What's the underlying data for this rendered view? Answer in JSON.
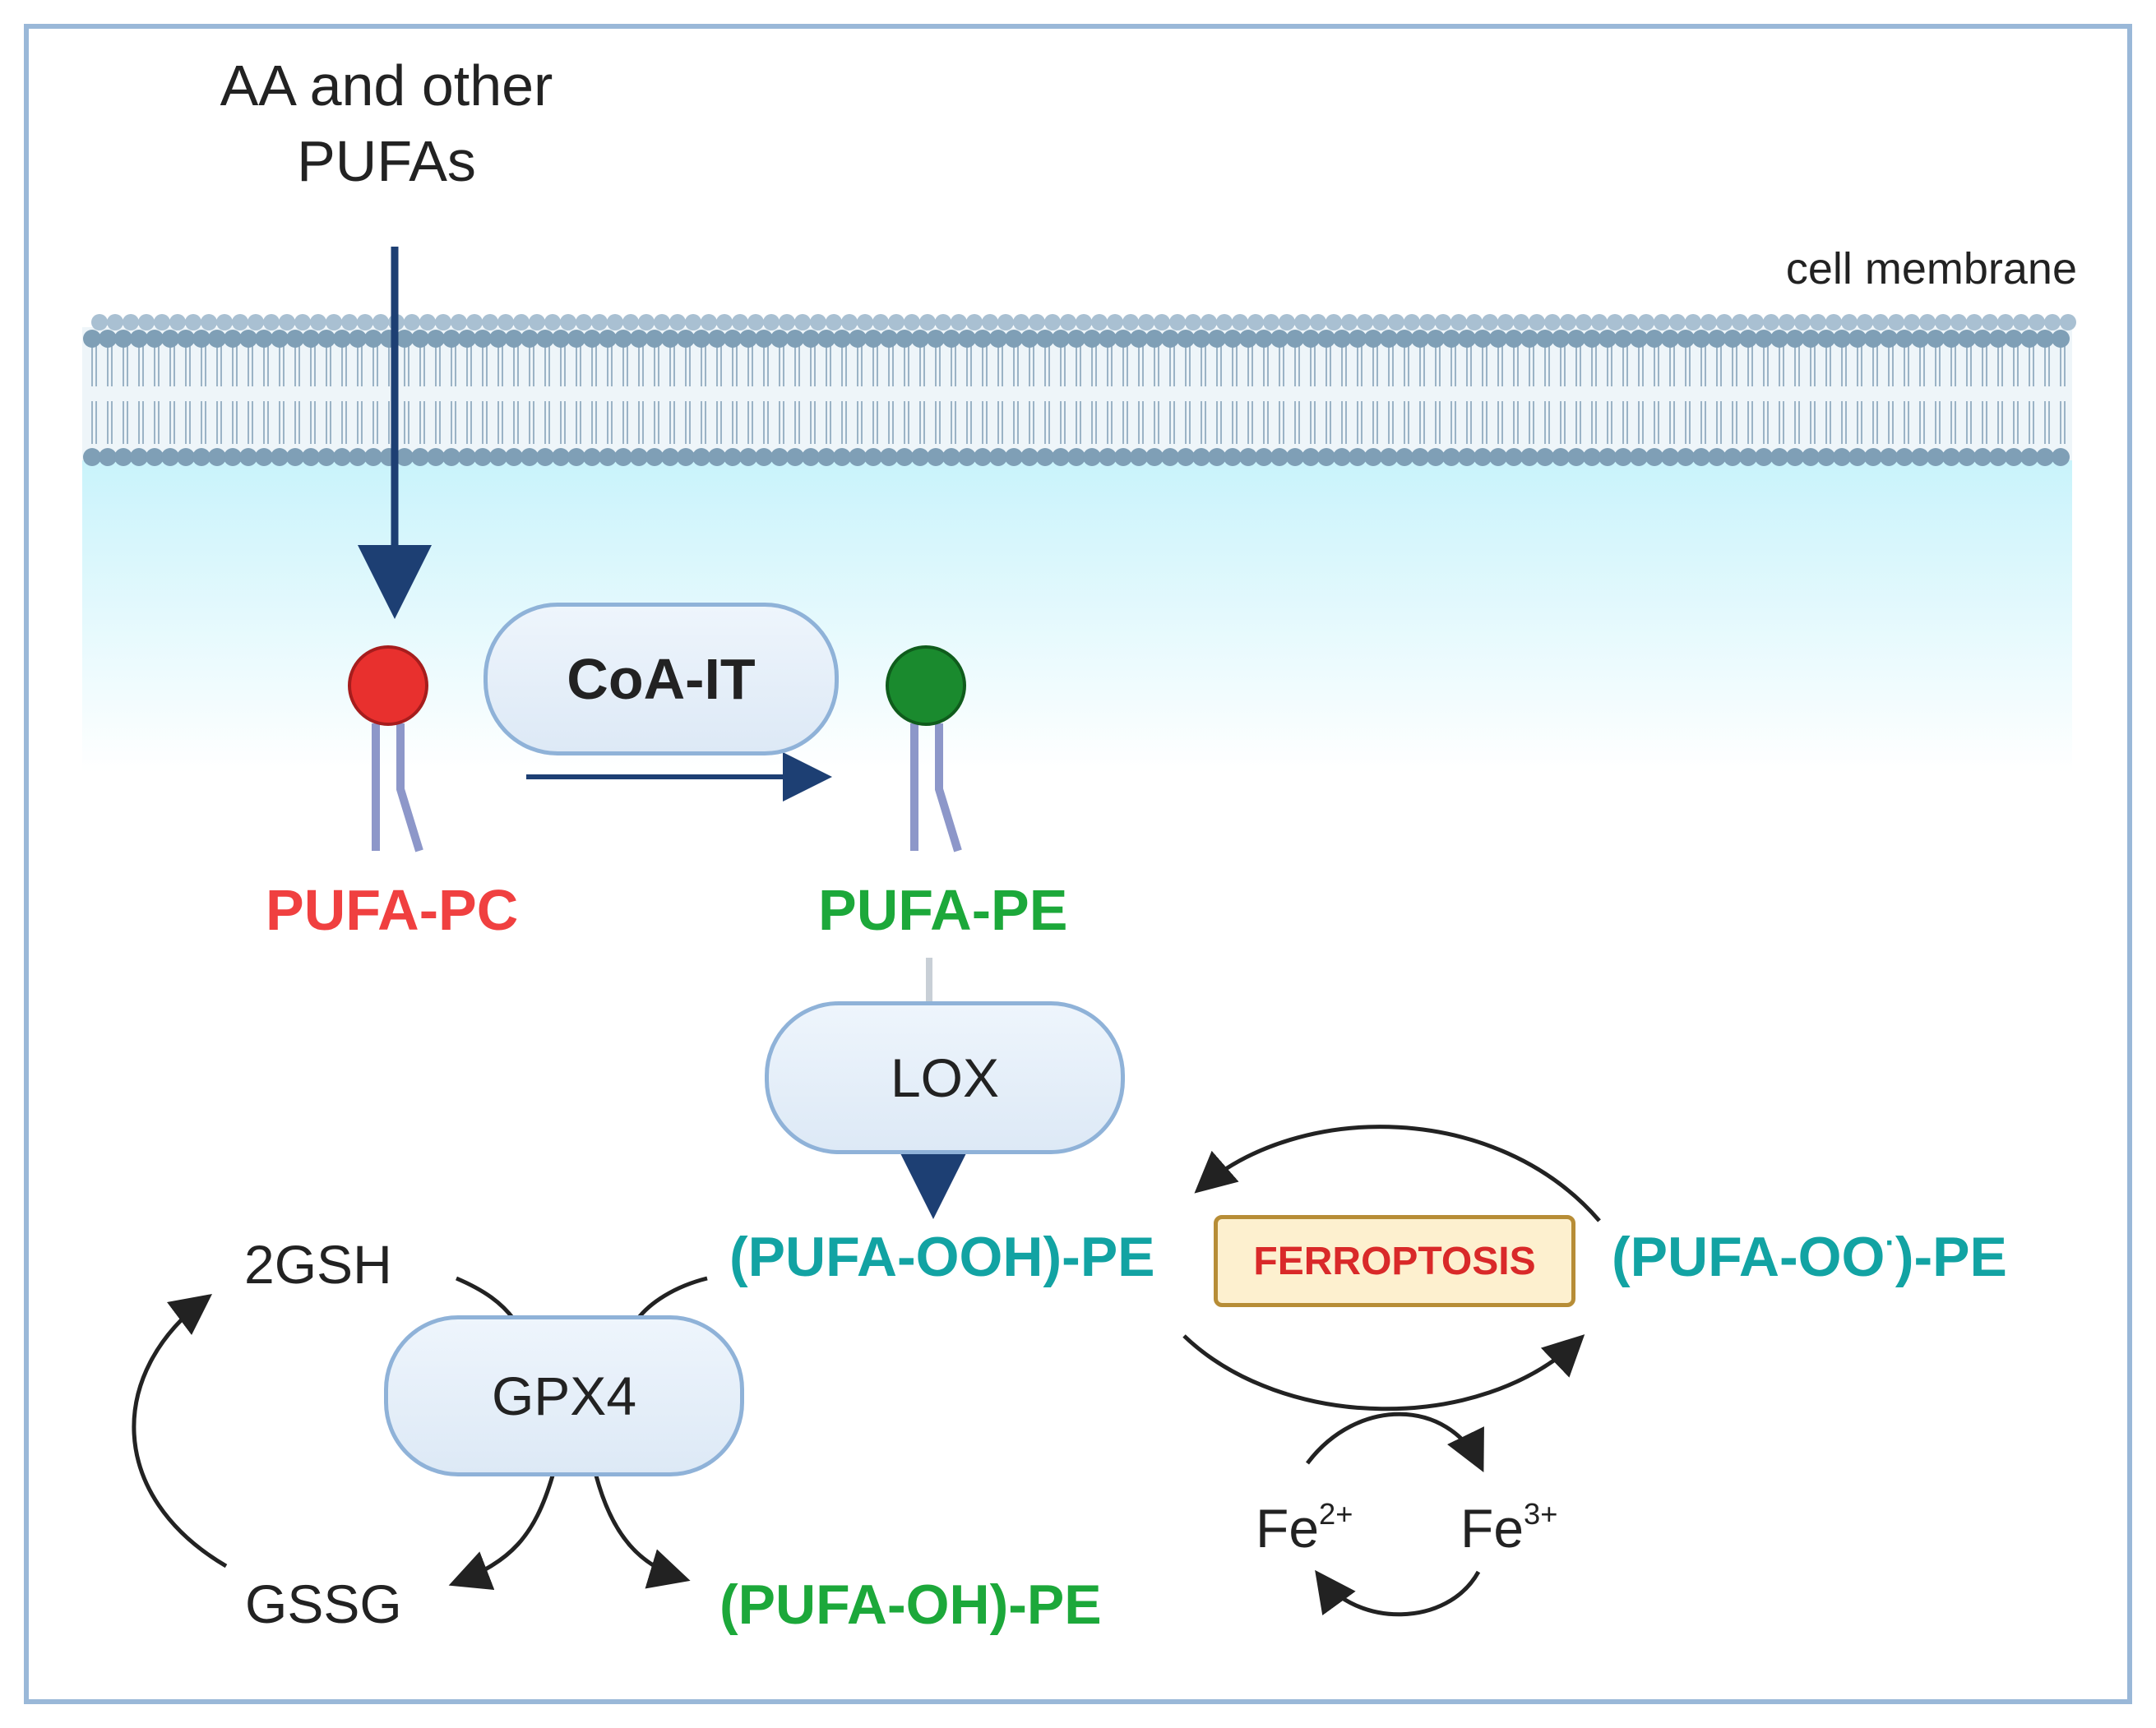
{
  "input": {
    "line1": "AA and other",
    "line2": "PUFAs"
  },
  "membrane": {
    "label": "cell membrane"
  },
  "enzymes": {
    "coa_it": "CoA-IT",
    "lox": "LOX",
    "gpx4": "GPX4"
  },
  "lipids": {
    "pufa_pc": "PUFA-PC",
    "pufa_pe": "PUFA-PE"
  },
  "oxidized": {
    "pufa_ooh_pe": "(PUFA-OOH)-PE",
    "pufa_oo_pe_left": "(PUFA-OO",
    "pufa_oo_pe_sup": "·",
    "pufa_oo_pe_right": ")-PE",
    "pufa_oh_pe": "(PUFA-OH)-PE"
  },
  "outcome": {
    "ferroptosis": "FERROPTOSIS"
  },
  "glutathione": {
    "reduced": "2GSH",
    "oxidized": "GSSG"
  },
  "iron": {
    "fe2_base": "Fe",
    "fe2_charge": "2+",
    "fe3_base": "Fe",
    "fe3_charge": "3+"
  },
  "colors": {
    "pc_head": "#e8302e",
    "pe_head": "#1a8a2e",
    "teal_text": "#12a3a3",
    "green_text": "#1ca83a",
    "red_text": "#f04040",
    "arrow_navy": "#1d3f73",
    "border_blue": "#8fb2d8"
  }
}
